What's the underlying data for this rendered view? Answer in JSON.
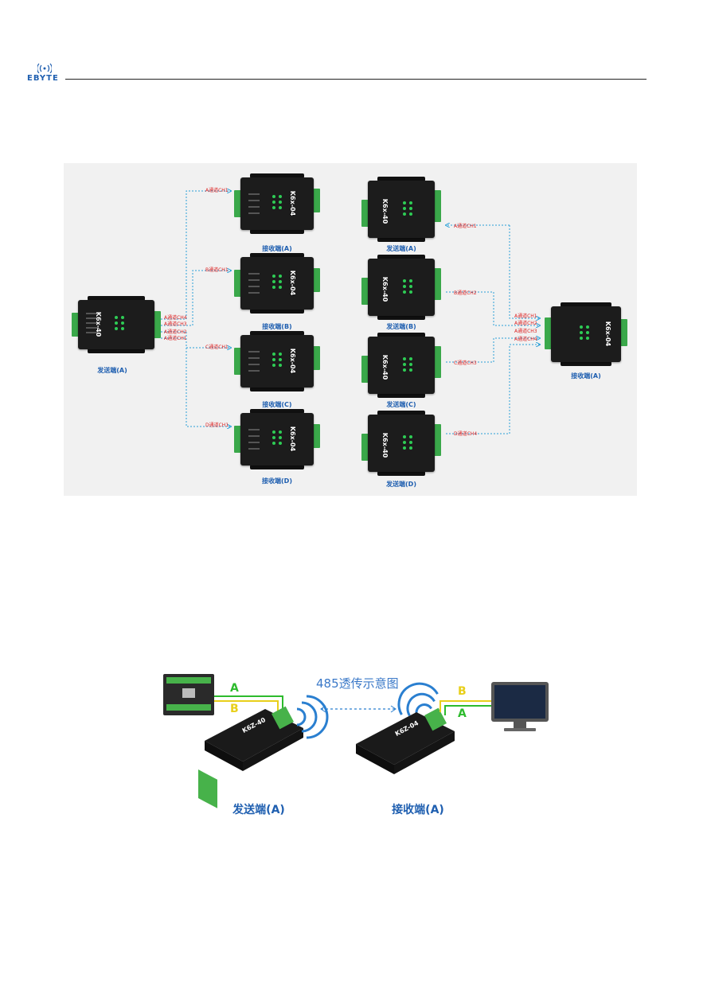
{
  "header": {
    "brand": "EBYTE"
  },
  "figure1": {
    "left_sender": {
      "model": "K6x-40",
      "label": "发送端(A)",
      "channels": [
        "A通道CH4",
        "A通道CH3",
        "A通道CH2",
        "A通道CH1"
      ]
    },
    "left_receivers": [
      {
        "model": "K6x-04",
        "label": "接收端(A)",
        "channel": "A通道CH1"
      },
      {
        "model": "K6x-04",
        "label": "接收端(B)",
        "channel": "B通道CH1"
      },
      {
        "model": "K6x-04",
        "label": "接收端(C)",
        "channel": "C通道CH1"
      },
      {
        "model": "K6x-04",
        "label": "接收端(D)",
        "channel": "D通道CH1"
      }
    ],
    "right_senders": [
      {
        "model": "K6x-40",
        "label": "发送端(A)",
        "channel": "A通道CH1"
      },
      {
        "model": "K6x-40",
        "label": "发送端(B)",
        "channel": "B通道CH2"
      },
      {
        "model": "K6x-40",
        "label": "发送端(C)",
        "channel": "C通道CH3"
      },
      {
        "model": "K6x-40",
        "label": "发送端(D)",
        "channel": "D通道CH4"
      }
    ],
    "right_receiver": {
      "model": "K6x-04",
      "label": "接收端(A)",
      "channels": [
        "A通道CH1",
        "A通道CH2",
        "A通道CH3",
        "A通道CH4"
      ]
    }
  },
  "figure2": {
    "title": "485透传示意图",
    "left_wire_a": "A",
    "left_wire_b": "B",
    "right_wire_a": "A",
    "right_wire_b": "B",
    "sender": {
      "model": "K6Z-40",
      "label": "发送端(A)"
    },
    "receiver": {
      "model": "K6Z-04",
      "label": "接收端(A)"
    }
  },
  "colors": {
    "brand": "#1f5fb0",
    "channel_text": "#d22222",
    "dashed_line": "#2aa0d8",
    "terminal": "#3aa84a",
    "wire_a": "#2dbb2d",
    "wire_b": "#e8cf1a"
  }
}
